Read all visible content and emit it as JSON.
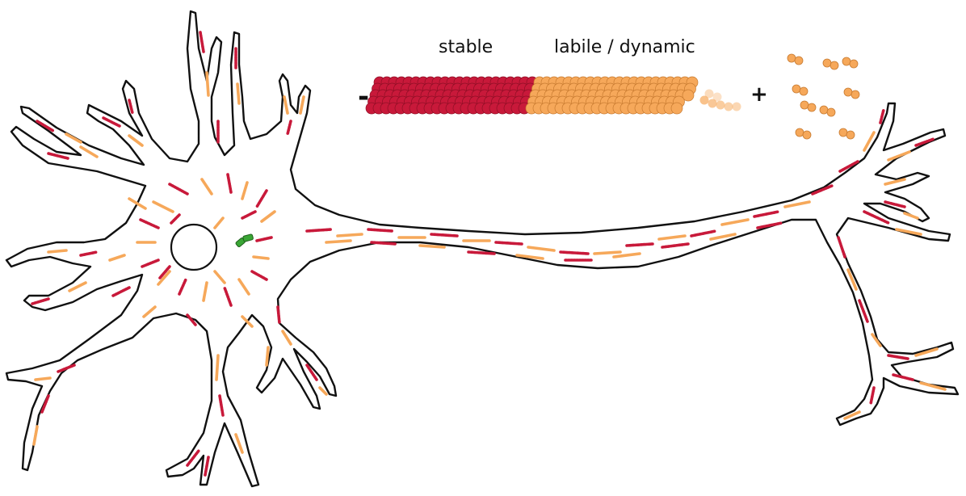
{
  "labels": {
    "stable": "stable",
    "labile": "labile / dynamic",
    "minus_end": "-",
    "plus_end": "+"
  },
  "colors": {
    "stable": "#c8193a",
    "stable_dark": "#8e0f25",
    "labile": "#f6a85a",
    "labile_dark": "#c77a30",
    "membrane": "#111111",
    "golgi": "#3aa635"
  },
  "icons": [
    "neuron-outline",
    "nucleus-circle",
    "centrosome-icon",
    "microtubule-fiber",
    "tubulin-dimer"
  ]
}
